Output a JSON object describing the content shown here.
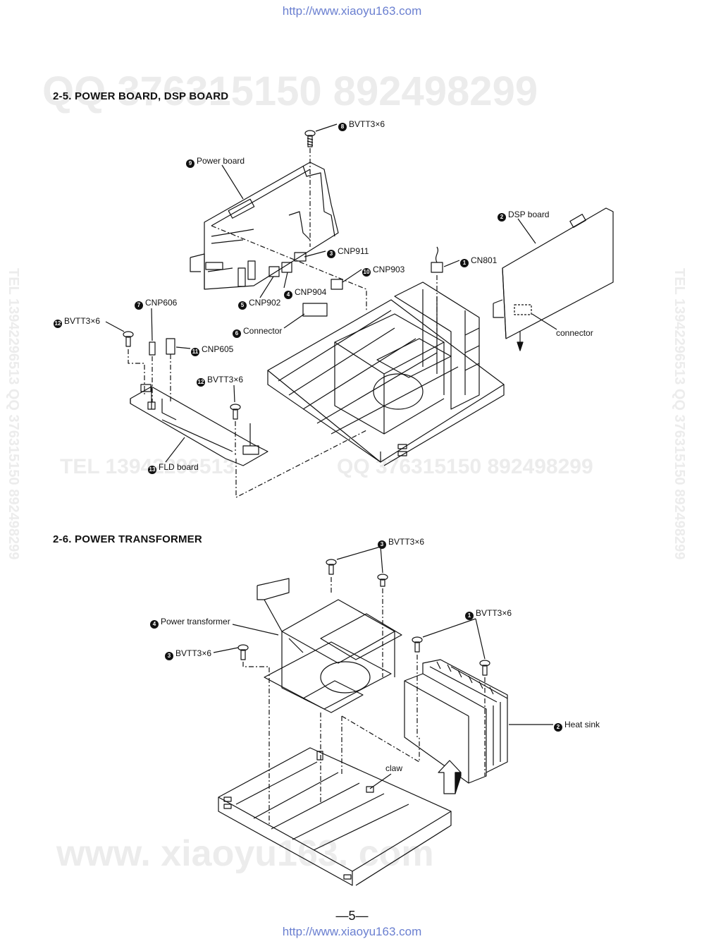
{
  "header_url": "http://www.xiaoyu163.com",
  "footer_url": "http://www.xiaoyu163.com",
  "watermarks": {
    "qq_top": "QQ 376315150    892498299",
    "middle_left": "TEL  13942296513",
    "middle_right": "QQ  376315150  892498299",
    "side_left": "TEL 13942296513  QQ 376315150  892498299",
    "side_right": "TEL 13942296513  QQ 376315150  892498299",
    "bottom": "www. xiaoyu163. com"
  },
  "section1": {
    "title": "2-5.   POWER BOARD, DSP BOARD",
    "labels": [
      {
        "num": "8",
        "text": "BVTT3×6"
      },
      {
        "num": "9",
        "text": "Power board"
      },
      {
        "num": "2",
        "text": "DSP board"
      },
      {
        "num": "3",
        "text": "CNP911"
      },
      {
        "num": "1",
        "text": "CN801"
      },
      {
        "num": "10",
        "text": "CNP903"
      },
      {
        "num": "4",
        "text": "CNP904"
      },
      {
        "num": "5",
        "text": "CNP902"
      },
      {
        "num": "7",
        "text": "CNP606"
      },
      {
        "num": "12",
        "text": "BVTT3×6"
      },
      {
        "num": "6",
        "text": "Connector"
      },
      {
        "num": "",
        "text": "connector"
      },
      {
        "num": "11",
        "text": "CNP605"
      },
      {
        "num": "12",
        "text": "BVTT3×6"
      },
      {
        "num": "13",
        "text": "FLD board"
      }
    ]
  },
  "section2": {
    "title": "2-6.   POWER TRANSFORMER",
    "labels": [
      {
        "num": "3",
        "text": "BVTT3×6"
      },
      {
        "num": "4",
        "text": "Power transformer"
      },
      {
        "num": "1",
        "text": "BVTT3×6"
      },
      {
        "num": "3",
        "text": "BVTT3×6"
      },
      {
        "num": "2",
        "text": "Heat sink"
      },
      {
        "num": "",
        "text": "claw"
      }
    ]
  },
  "page_number": "—5—"
}
